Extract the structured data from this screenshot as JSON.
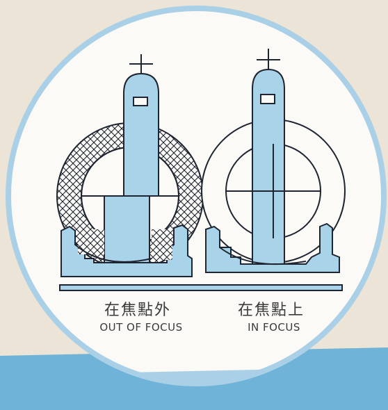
{
  "left_panel": {
    "caption_zh": "在焦點外",
    "caption_en": "OUT OF FOCUS"
  },
  "right_panel": {
    "caption_zh": "在焦點上",
    "caption_en": "IN FOCUS"
  },
  "colors": {
    "background": "#ece4d6",
    "circle_fill": "#fbfaf6",
    "circle_border": "#a9d0e6",
    "blue_fill": "#a8d3e8",
    "stroke": "#1e2530",
    "band": "#6fb4d8"
  }
}
